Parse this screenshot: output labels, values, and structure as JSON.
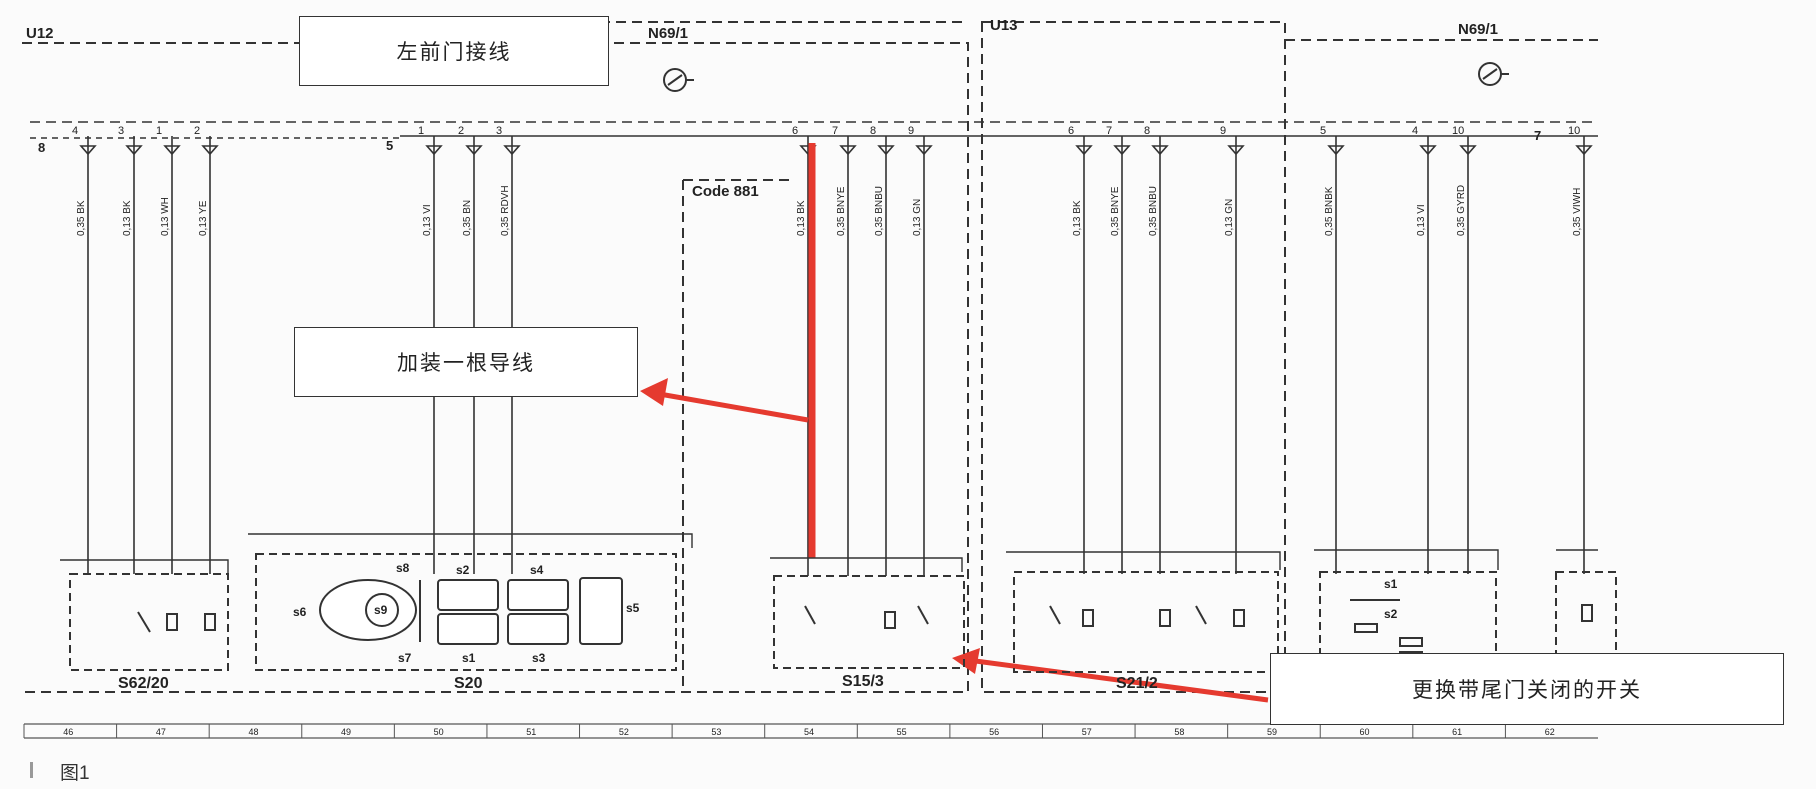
{
  "modules": {
    "u12": "U12",
    "u13": "U13",
    "n69_left": "N69/1",
    "n69_right": "N69/1"
  },
  "callouts": {
    "left_front_door": "左前门接线",
    "add_wire": "加装一根导线",
    "replace_switch": "更换带尾门关闭的开关"
  },
  "code_label": "Code 881",
  "components": {
    "s62": "S62/20",
    "s20": "S20",
    "s15": "S15/3",
    "s21": "S21/2"
  },
  "s20_labels": {
    "s1": "s1",
    "s2": "s2",
    "s3": "s3",
    "s4": "s4",
    "s5": "s5",
    "s6": "s6",
    "s7": "s7",
    "s8": "s8",
    "s9": "s9"
  },
  "right_switch_labels": {
    "s1": "s1",
    "s2": "s2"
  },
  "connector_numbers": {
    "left_start": "8",
    "mid_start": "5",
    "right_end": "7"
  },
  "wires": [
    {
      "pin": "4",
      "label": "0,35 BK"
    },
    {
      "pin": "3",
      "label": "0,13 BK"
    },
    {
      "pin": "1",
      "label": "0,13 WH"
    },
    {
      "pin": "2",
      "label": "0,13 YE"
    },
    {
      "pin": "1",
      "label": "0,13 VI"
    },
    {
      "pin": "2",
      "label": "0,35 BN"
    },
    {
      "pin": "3",
      "label": "0,35 RDVH"
    },
    {
      "pin": "6",
      "label": "0,13 BK"
    },
    {
      "pin": "7",
      "label": "0,35 BNYE"
    },
    {
      "pin": "8",
      "label": "0,35 BNBU"
    },
    {
      "pin": "9",
      "label": "0,13 GN"
    },
    {
      "pin": "6",
      "label": "0,13 BK"
    },
    {
      "pin": "7",
      "label": "0,35 BNYE"
    },
    {
      "pin": "8",
      "label": "0,35 BNBU"
    },
    {
      "pin": "9",
      "label": "0,13 GN"
    },
    {
      "pin": "5",
      "label": "0,35 BNBK"
    },
    {
      "pin": "4",
      "label": "0,13 VI"
    },
    {
      "pin": "10",
      "label": "0,35 GYRD"
    },
    {
      "pin": "10",
      "label": "0,35 VIWH"
    }
  ],
  "grid_numbers": [
    "46",
    "47",
    "48",
    "49",
    "50",
    "51",
    "52",
    "53",
    "54",
    "55",
    "56",
    "57",
    "58",
    "59",
    "60",
    "61",
    "62"
  ],
  "caption": "图1",
  "colors": {
    "highlight": "#e53a2f",
    "line": "#333333"
  }
}
